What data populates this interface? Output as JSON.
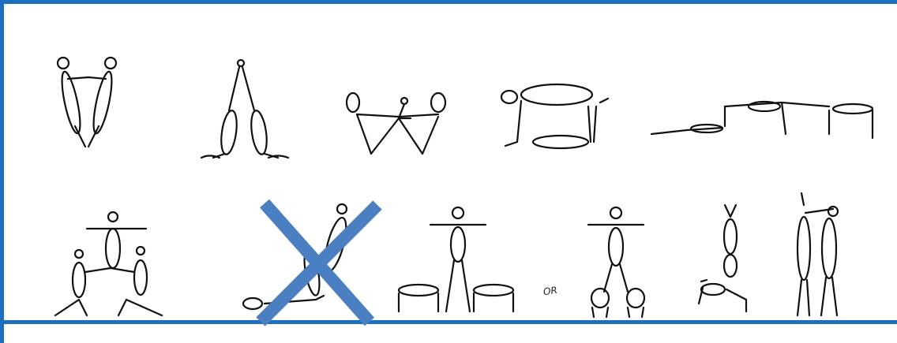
{
  "frame": {
    "border_color": "#1f6fbf"
  },
  "rows": [
    {
      "poses": [
        "pair-v-lean",
        "pair-a-frame",
        "pair-w-seated",
        "table-bridge",
        "plank-chain"
      ]
    },
    {
      "poses": [
        "three-person-kneel-support",
        "excluded-pose",
        "stand-on-two-tables",
        "stand-on-two-kneelers",
        "handstand-on-back",
        "pair-standing-reach"
      ]
    }
  ],
  "separator_text": "OR",
  "cross_color": "#4a7fc1"
}
